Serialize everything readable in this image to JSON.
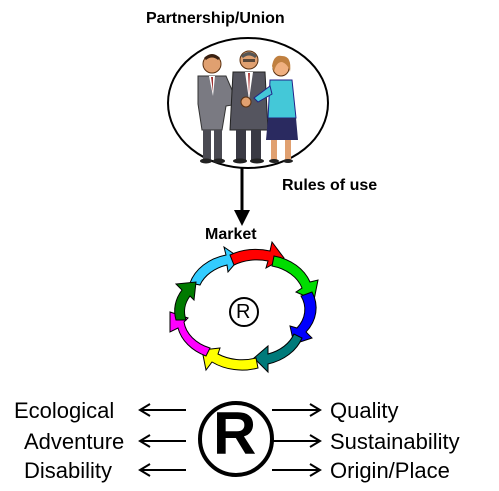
{
  "title": "Partnership/Union",
  "edge_label": "Rules of use",
  "market_label": "Market",
  "cycle_symbol": "®",
  "center_symbol": "R",
  "left_labels": [
    "Ecological",
    "Adventure",
    "Disability"
  ],
  "right_labels": [
    "Quality",
    "Sustainability",
    "Origin/Place"
  ],
  "cycle_colors": [
    "#ff0000",
    "#00cc00",
    "#0000ff",
    "#007a7a",
    "#ffff00",
    "#ff00ff",
    "#007a00",
    "#33ccff"
  ],
  "illustration": "business-people-handshake"
}
